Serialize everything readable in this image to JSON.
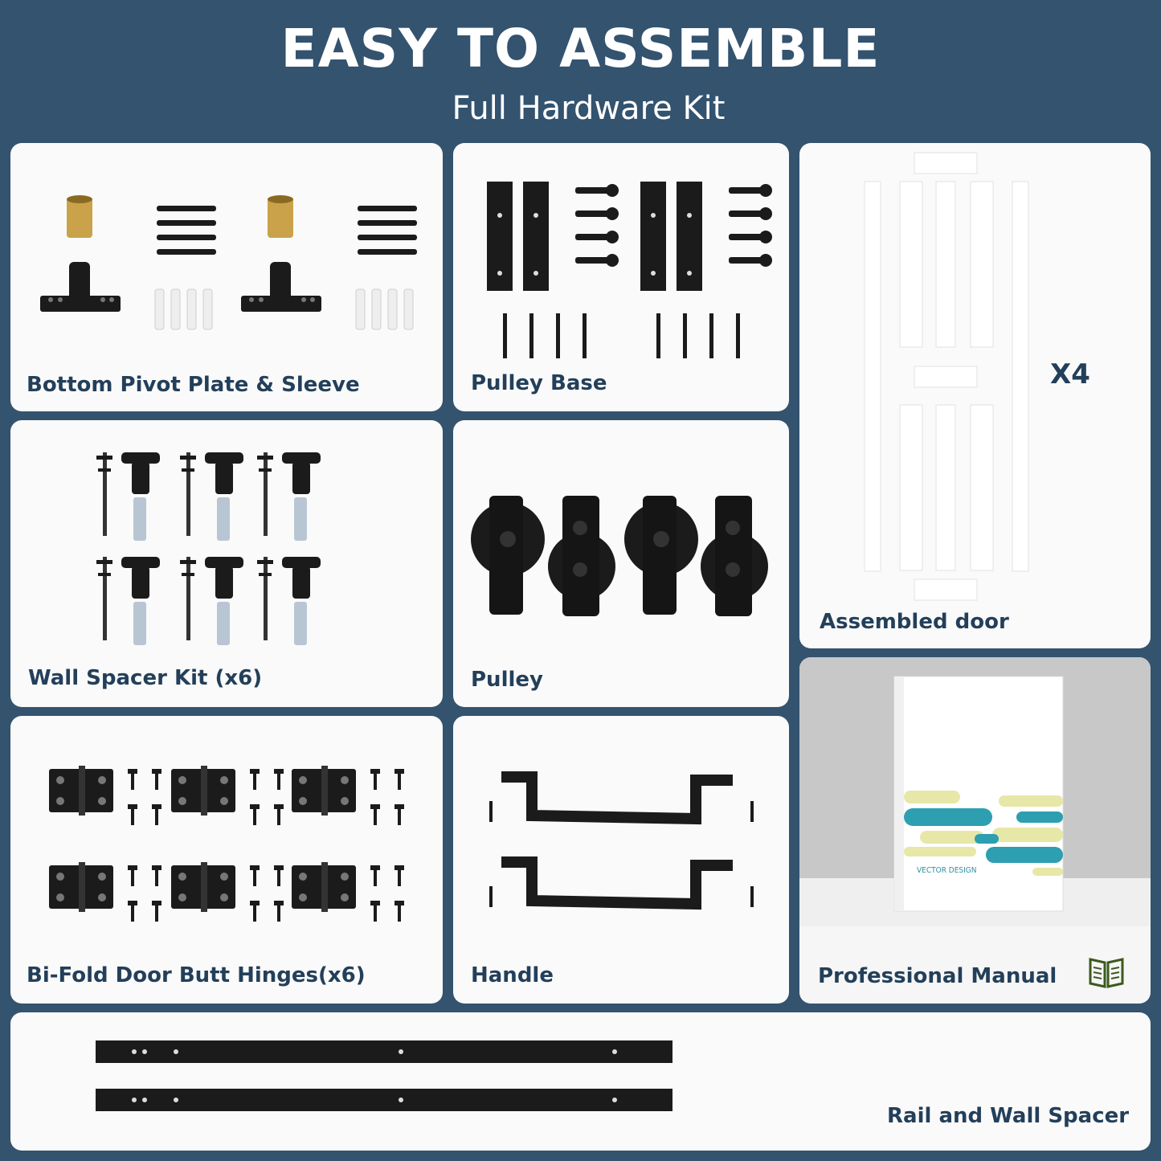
{
  "header": {
    "title": "EASY TO ASSEMBLE",
    "subtitle": "Full Hardware Kit"
  },
  "cards": {
    "pivot": "Bottom Pivot Plate & Sleeve",
    "pulley_base": "Pulley Base",
    "assembled_door": "Assembled door",
    "assembled_door_qty": "X4",
    "wall_spacer": "Wall Spacer Kit (x6)",
    "pulley": "Pulley",
    "hinges": "Bi-Fold Door Butt   Hinges(x6)",
    "handle": "Handle",
    "manual": "Professional Manual",
    "manual_cover_text": "VECTOR DESIGN",
    "rail": "Rail and Wall Spacer"
  },
  "icons": {
    "manual": "open-book-icon"
  },
  "colors": {
    "background": "#33536f",
    "card": "#fafafa",
    "label": "#233f5a",
    "hardware": "#1b1b1b",
    "brass": "#c9a24a"
  }
}
